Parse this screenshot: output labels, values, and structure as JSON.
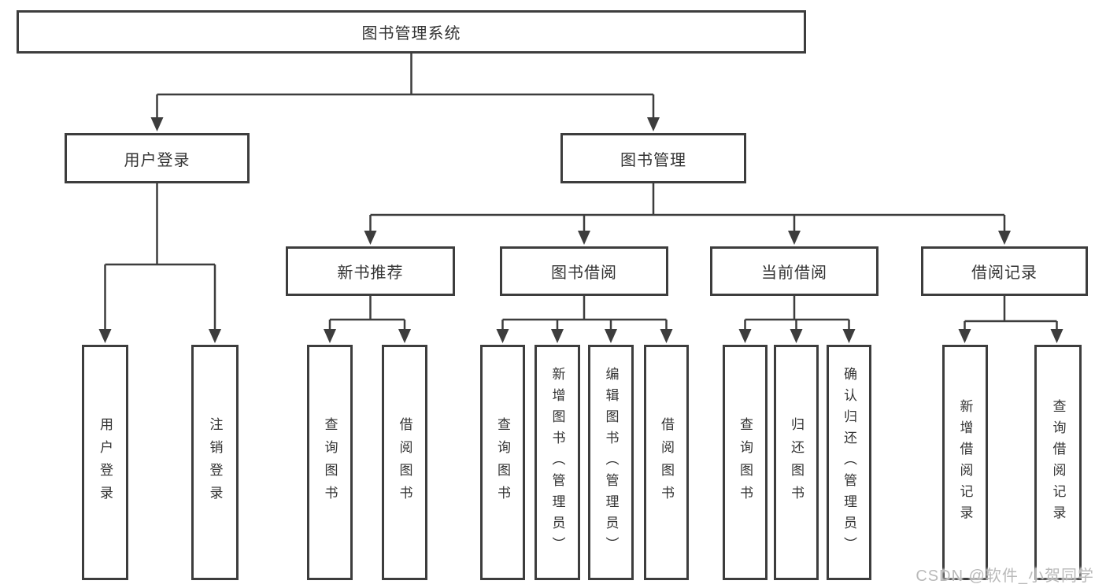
{
  "tree": {
    "root": {
      "label": "图书管理系统"
    },
    "branches": [
      {
        "label": "用户登录",
        "children": [
          {
            "label": "用户登录"
          },
          {
            "label": "注销登录"
          }
        ]
      },
      {
        "label": "图书管理",
        "children": [
          {
            "label": "新书推荐",
            "children": [
              {
                "label": "查询图书"
              },
              {
                "label": "借阅图书"
              }
            ]
          },
          {
            "label": "图书借阅",
            "children": [
              {
                "label": "查询图书"
              },
              {
                "label": "新增图书（管理员）"
              },
              {
                "label": "编辑图书（管理员）"
              },
              {
                "label": "借阅图书"
              }
            ]
          },
          {
            "label": "当前借阅",
            "children": [
              {
                "label": "查询图书"
              },
              {
                "label": "归还图书"
              },
              {
                "label": "确认归还（管理员）"
              }
            ]
          },
          {
            "label": "借阅记录",
            "children": [
              {
                "label": "新增借阅记录"
              },
              {
                "label": "查询借阅记录"
              }
            ]
          }
        ]
      }
    ]
  },
  "watermark": "CSDN @软件_小贺同学",
  "colors": {
    "line": "#3d3d3d",
    "text": "#333333",
    "watermark": "#b9b9b9",
    "background": "#ffffff"
  }
}
